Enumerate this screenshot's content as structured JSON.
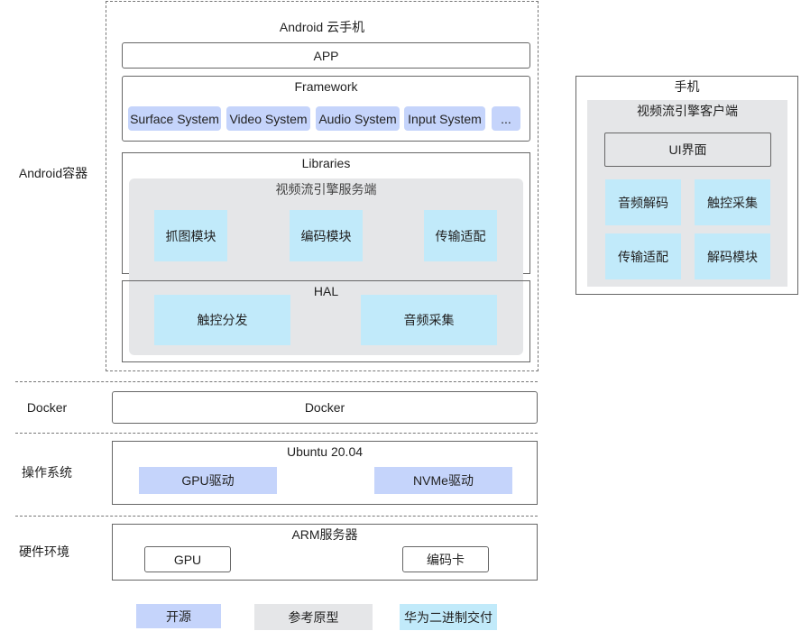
{
  "layers": {
    "android": "Android容器",
    "docker": "Docker",
    "os": "操作系统",
    "hardware": "硬件环境"
  },
  "cloud": {
    "title": "Android 云手机",
    "app": "APP",
    "framework": {
      "title": "Framework",
      "items": [
        "Surface System",
        "Video System",
        "Audio System",
        "Input System",
        "..."
      ]
    },
    "libraries": {
      "title": "Libraries",
      "server": {
        "title": "视频流引擎服务端",
        "modules": [
          "抓图模块",
          "编码模块",
          "传输适配"
        ]
      }
    },
    "hal": {
      "title": "HAL",
      "modules": [
        "触控分发",
        "音频采集"
      ]
    }
  },
  "docker": {
    "box": "Docker"
  },
  "os": {
    "title": "Ubuntu 20.04",
    "drivers": [
      "GPU驱动",
      "NVMe驱动"
    ]
  },
  "hardware": {
    "title": "ARM服务器",
    "items": [
      "GPU",
      "编码卡"
    ]
  },
  "phone": {
    "title": "手机",
    "client": {
      "title": "视频流引擎客户端",
      "ui": "UI界面",
      "modules": [
        "音频解码",
        "触控采集",
        "传输适配",
        "解码模块"
      ]
    }
  },
  "legend": [
    "开源",
    "参考原型",
    "华为二进制交付"
  ],
  "colors": {
    "open_source": "#c5d4fb",
    "reference_prototype": "#e5e6e8",
    "huawei_binary": "#c1eafa"
  }
}
